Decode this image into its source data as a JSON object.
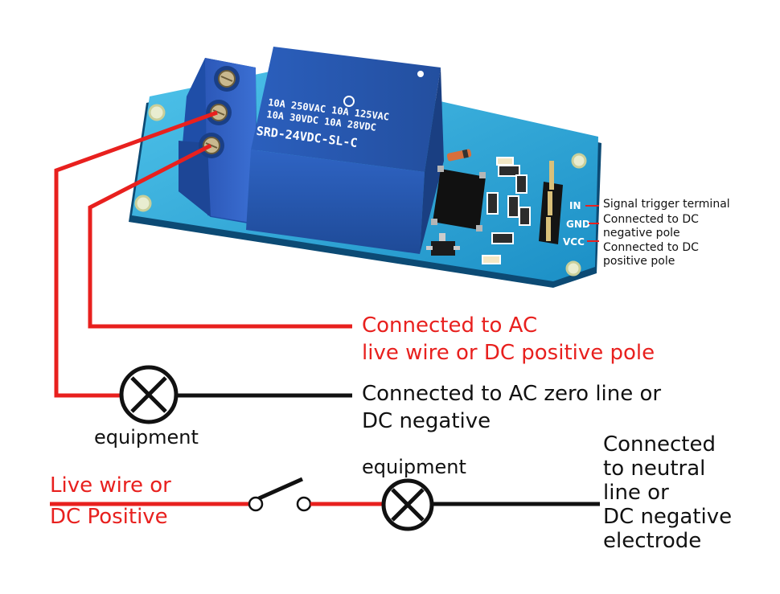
{
  "relay": {
    "rating_line1": "10A 250VAC   10A 125VAC",
    "rating_line2": "10A 30VDC    10A 28VDC",
    "model": "SRD-24VDC-SL-C",
    "pins": [
      "IN",
      "GND",
      "VCC"
    ]
  },
  "pin_labels": {
    "in": "Signal trigger terminal",
    "gnd_line1": "Connected to DC",
    "gnd_line2": "negative pole",
    "vcc_line1": "Connected to DC",
    "vcc_line2": "positive pole"
  },
  "annotations": {
    "ac_live_line1": "Connected to AC",
    "ac_live_line2": "live wire or DC positive pole",
    "ac_zero_line1": "Connected to AC zero line or",
    "ac_zero_line2": "DC negative",
    "equipment_upper": "equipment",
    "equipment_lower": "equipment",
    "live_wire_line1": "Live wire or",
    "live_wire_line2": "DC Positive",
    "neutral_line1": "Connected",
    "neutral_line2": "to neutral",
    "neutral_line3": "line or",
    "neutral_line4": "DC negative",
    "neutral_line5": "electrode"
  },
  "colors": {
    "wire_red": "#e8201e",
    "wire_black": "#111111",
    "pcb_blue": "#2aa7dc",
    "relay_blue": "#2f5fb8"
  }
}
